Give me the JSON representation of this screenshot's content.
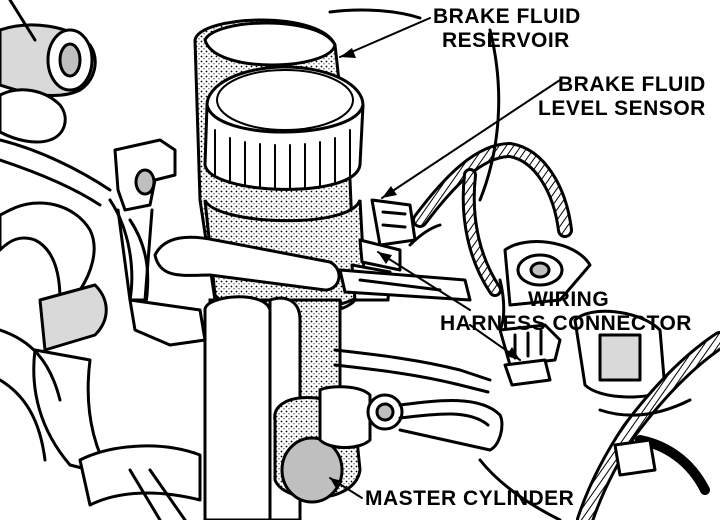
{
  "callouts": {
    "reservoir": {
      "line1": "BRAKE FLUID",
      "line2": "RESERVOIR"
    },
    "level_sensor": {
      "line1": "BRAKE FLUID",
      "line2": "LEVEL SENSOR"
    },
    "harness": {
      "line1": "WIRING",
      "line2": "HARNESS CONNECTOR"
    },
    "master_cylinder": {
      "line1": "MASTER CYLINDER"
    }
  }
}
